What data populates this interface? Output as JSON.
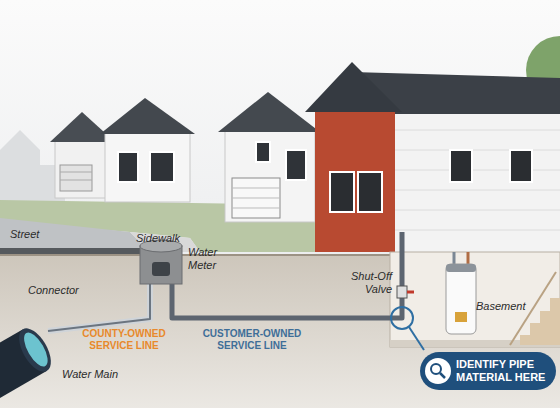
{
  "diagram": {
    "nodes": [
      {
        "text": [
          "IDENTIFY PIPE MATERIAL HERE"
        ]
      }
    ],
    "labels": [
      "Street",
      "Sidewalk",
      "Water Meter",
      "Connector",
      "Water Main",
      "COUNTY-OWNED SERVICE LINE",
      "CUSTOMER-OWNED SERVICE LINE",
      "Shut-Off Valve",
      "Basement"
    ]
  }
}
